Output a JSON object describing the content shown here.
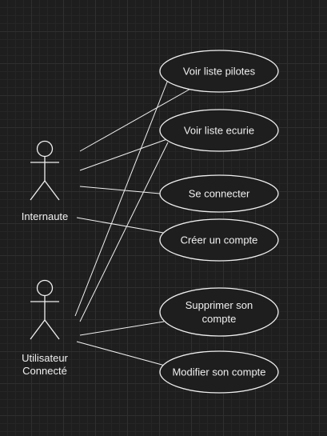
{
  "actors": [
    {
      "id": "internaute",
      "lines": [
        "Internaute"
      ]
    },
    {
      "id": "utilisateur",
      "lines": [
        "Utilisateur",
        "Connecté"
      ]
    }
  ],
  "use_cases": [
    {
      "id": "voir-pilotes",
      "lines": [
        "Voir liste pilotes"
      ]
    },
    {
      "id": "voir-ecurie",
      "lines": [
        "Voir liste ecurie"
      ]
    },
    {
      "id": "se-connecter",
      "lines": [
        "Se connecter"
      ]
    },
    {
      "id": "creer-compte",
      "lines": [
        "Créer un compte"
      ]
    },
    {
      "id": "supprimer-compte",
      "lines": [
        "Supprimer son",
        "compte"
      ]
    },
    {
      "id": "modifier-compte",
      "lines": [
        "Modifier son compte"
      ]
    }
  ],
  "associations": [
    {
      "from": "internaute",
      "to": "voir-pilotes"
    },
    {
      "from": "internaute",
      "to": "voir-ecurie"
    },
    {
      "from": "internaute",
      "to": "se-connecter"
    },
    {
      "from": "internaute",
      "to": "creer-compte"
    },
    {
      "from": "utilisateur",
      "to": "voir-pilotes"
    },
    {
      "from": "utilisateur",
      "to": "voir-ecurie"
    },
    {
      "from": "utilisateur",
      "to": "supprimer-compte"
    },
    {
      "from": "utilisateur",
      "to": "modifier-compte"
    }
  ]
}
